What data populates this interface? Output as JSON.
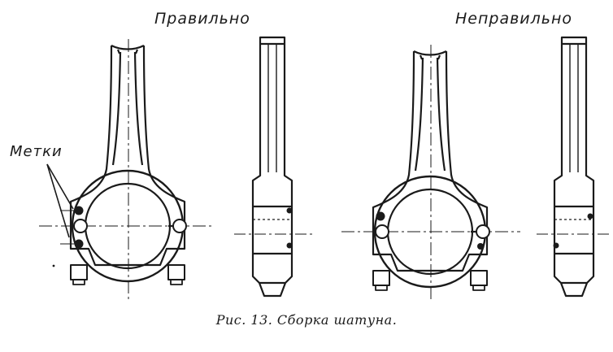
{
  "labels": {
    "correct": "Правильно",
    "incorrect": "Неправильно",
    "marks": "Метки"
  },
  "caption": "Рис. 13. Сборка шатуна.",
  "colors": {
    "ink": "#1a1a1a",
    "paper": "#ffffff"
  }
}
